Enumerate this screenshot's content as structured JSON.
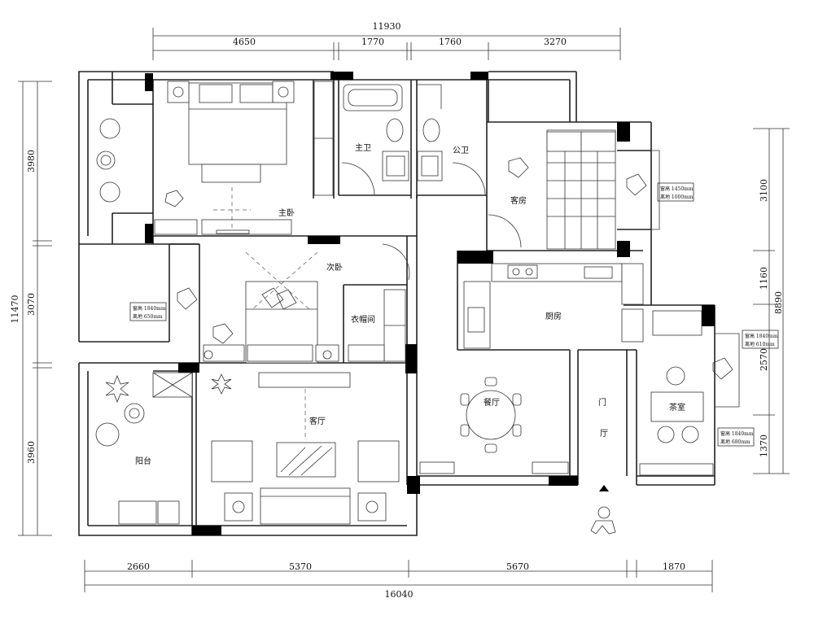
{
  "dimensions": {
    "top": {
      "total": "11930",
      "segments": [
        "4650",
        "1770",
        "1760",
        "3270"
      ]
    },
    "bottom": {
      "total": "16040",
      "segments": [
        "2660",
        "5370",
        "5670",
        "1870"
      ]
    },
    "left": {
      "total": "11470",
      "segments": [
        "3980",
        "3070",
        "3960"
      ]
    },
    "right": {
      "total": "8890",
      "segments": [
        "3100",
        "1160",
        "2570",
        "1370"
      ]
    }
  },
  "rooms": {
    "master_bedroom": "主卧",
    "master_bath": "主卫",
    "public_bath": "公卫",
    "guest_room": "客房",
    "second_bedroom": "次卧",
    "walk_in_closet": "衣帽间",
    "kitchen": "厨房",
    "living_room": "客厅",
    "dining_room": "餐厅",
    "balcony": "阳台",
    "foyer_1": "门",
    "foyer_2": "厅",
    "tea_room": "茶室"
  },
  "window_notes": [
    {
      "line1": "窗高 1450mm",
      "line2": "离地 1000mm"
    },
    {
      "line1": "窗高 1840mm",
      "line2": "离地 650mm"
    },
    {
      "line1": "窗高 1840mm",
      "line2": "离地 610mm"
    },
    {
      "line1": "窗高 1840mm",
      "line2": "离地 680mm"
    }
  ]
}
